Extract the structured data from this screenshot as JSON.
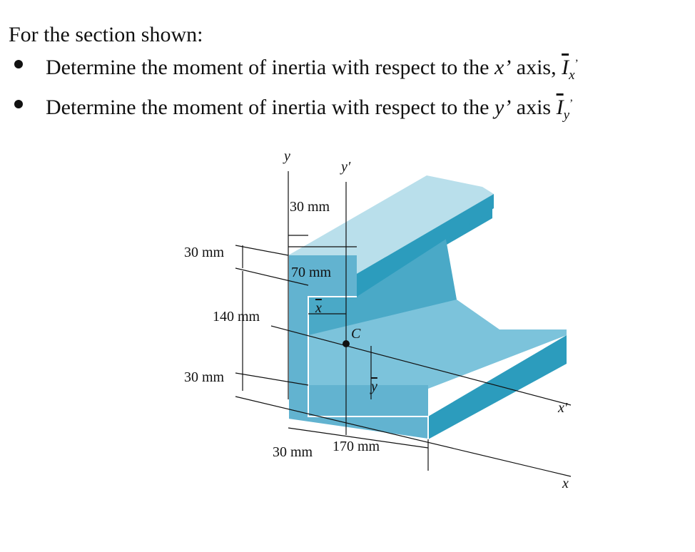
{
  "prompt": {
    "intro": "For the section shown:",
    "tasks": [
      {
        "lead": "Determine the moment of inertia with respect to the",
        "axis": "x’",
        "mid": "axis,",
        "moment": "I",
        "moment_sub": "x",
        "moment_prime": "’"
      },
      {
        "lead": "Determine the moment of inertia with respect to the",
        "axis": "y’",
        "mid": "axis",
        "moment": "I",
        "moment_sub": "y",
        "moment_prime": "’"
      }
    ]
  },
  "figure": {
    "colors": {
      "front": "#62b3d0",
      "top": "#b9dfeb",
      "side": "#2c9cbd",
      "shadow": "#3d97b4",
      "edge": "#ffffff",
      "line": "#111111"
    },
    "axes": {
      "y": "y",
      "y_prime": "y′",
      "x": "x",
      "x_prime": "x′",
      "centroid": "C",
      "x_bar": "x",
      "y_bar": "y"
    },
    "dims": {
      "top_flange_depth": "30 mm",
      "web_height": "140 mm",
      "bottom_flange_depth": "30 mm",
      "top_flange_thickness": "30 mm",
      "top_flange_width": "70 mm",
      "web_thickness": "30 mm",
      "bottom_flange_width": "170 mm"
    }
  }
}
